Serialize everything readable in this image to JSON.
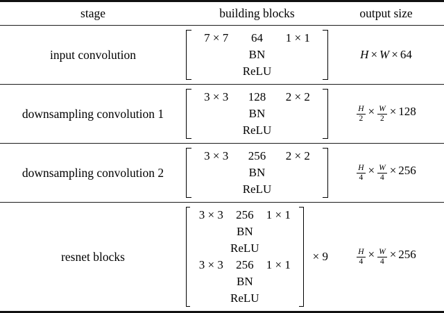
{
  "table": {
    "headers": {
      "stage": "stage",
      "building_blocks": "building blocks",
      "output_size": "output size"
    },
    "rows": [
      {
        "stage": "input convolution",
        "blocks": {
          "kernel": "7 × 7",
          "channels": "64",
          "stride": "1 × 1",
          "norm": "BN",
          "activation": "ReLU"
        },
        "multiplier": "",
        "output": {
          "h": "H",
          "w": "W",
          "h_den": "",
          "w_den": "",
          "channels": "64"
        }
      },
      {
        "stage": "downsampling convolution 1",
        "blocks": {
          "kernel": "3 × 3",
          "channels": "128",
          "stride": "2 × 2",
          "norm": "BN",
          "activation": "ReLU"
        },
        "multiplier": "",
        "output": {
          "h": "H",
          "w": "W",
          "h_den": "2",
          "w_den": "2",
          "channels": "128"
        }
      },
      {
        "stage": "downsampling convolution 2",
        "blocks": {
          "kernel": "3 × 3",
          "channels": "256",
          "stride": "2 × 2",
          "norm": "BN",
          "activation": "ReLU"
        },
        "multiplier": "",
        "output": {
          "h": "H",
          "w": "W",
          "h_den": "4",
          "w_den": "4",
          "channels": "256"
        }
      },
      {
        "stage": "resnet blocks",
        "blocks": {
          "kernel": "3 × 3",
          "channels": "256",
          "stride": "1 × 1",
          "norm": "BN",
          "activation": "ReLU",
          "kernel2": "3 × 3",
          "channels2": "256",
          "stride2": "1 × 1",
          "norm2": "BN",
          "activation2": "ReLU"
        },
        "multiplier": "× 9",
        "output": {
          "h": "H",
          "w": "W",
          "h_den": "4",
          "w_den": "4",
          "channels": "256"
        }
      }
    ],
    "symbols": {
      "times": "×"
    },
    "colors": {
      "text": "#000000",
      "rule": "#111111",
      "background": "#ffffff"
    }
  }
}
